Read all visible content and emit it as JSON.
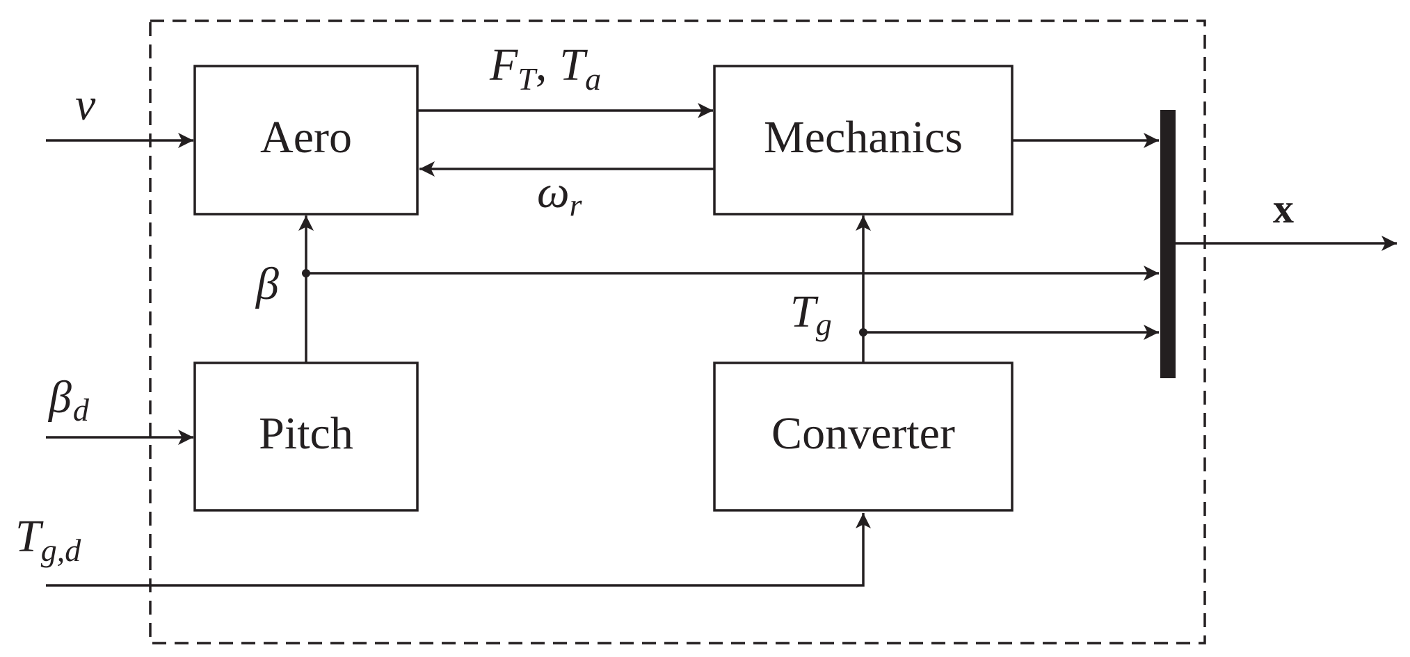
{
  "blocks": {
    "aero": "Aero",
    "mechanics": "Mechanics",
    "pitch": "Pitch",
    "converter": "Converter"
  },
  "signals": {
    "v": "v",
    "beta_d": {
      "main": "β",
      "sub": "d"
    },
    "t_gd": {
      "main": "T",
      "sub": "g,d"
    },
    "f_t": {
      "main": "F",
      "sub": "T"
    },
    "separator": ",",
    "t_a": {
      "main": "T",
      "sub": "a"
    },
    "omega_r": {
      "main": "ω",
      "sub": "r"
    },
    "beta": "β",
    "t_g": {
      "main": "T",
      "sub": "g"
    },
    "x": "x"
  }
}
